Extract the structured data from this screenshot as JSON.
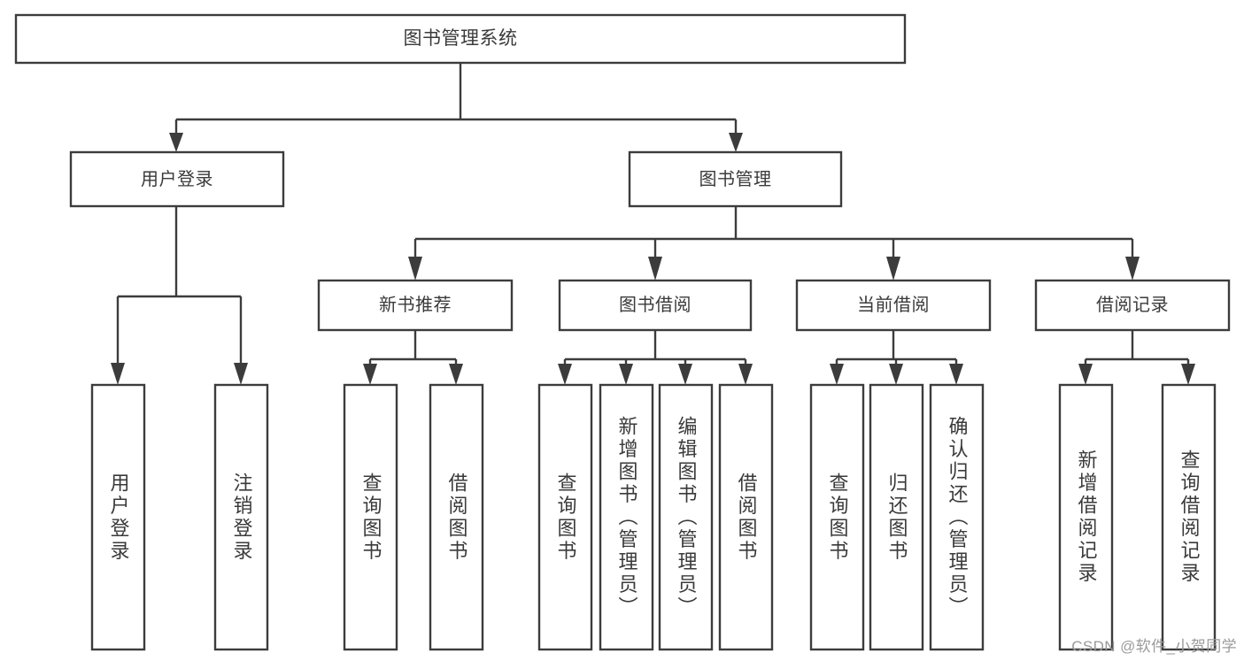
{
  "diagram": {
    "title": "图书管理系统",
    "watermark": "CSDN @软件_小贺同学",
    "colors": {
      "stroke": "#3c3c3c",
      "text": "#3a3a3a",
      "background": "#ffffff",
      "watermark": "#9a9a9a"
    },
    "root": {
      "label": "图书管理系统"
    },
    "level2": [
      {
        "label": "用户登录"
      },
      {
        "label": "图书管理"
      }
    ],
    "level3": [
      {
        "label": "新书推荐"
      },
      {
        "label": "图书借阅"
      },
      {
        "label": "当前借阅"
      },
      {
        "label": "借阅记录"
      }
    ],
    "leaves": {
      "user_login": [
        {
          "label": "用户登录"
        },
        {
          "label": "注销登录"
        }
      ],
      "new_book_recommend": [
        {
          "label": "查询图书"
        },
        {
          "label": "借阅图书"
        }
      ],
      "book_borrow": [
        {
          "label": "查询图书"
        },
        {
          "label": "新增图书（管理员）"
        },
        {
          "label": "编辑图书（管理员）"
        },
        {
          "label": "借阅图书"
        }
      ],
      "current_borrow": [
        {
          "label": "查询图书"
        },
        {
          "label": "归还图书"
        },
        {
          "label": "确认归还（管理员）"
        }
      ],
      "borrow_record": [
        {
          "label": "新增借阅记录"
        },
        {
          "label": "查询借阅记录"
        }
      ]
    }
  }
}
